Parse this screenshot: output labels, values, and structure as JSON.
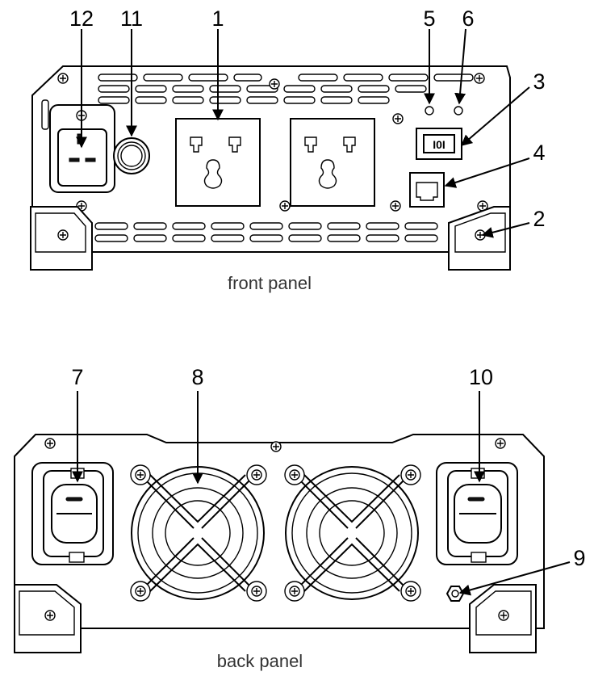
{
  "front_panel": {
    "caption": "front panel",
    "callouts": {
      "c1": "1",
      "c2": "2",
      "c3": "3",
      "c4": "4",
      "c5": "5",
      "c6": "6",
      "c11": "11",
      "c12": "12"
    },
    "switch_label": "I0I"
  },
  "back_panel": {
    "caption": "back panel",
    "callouts": {
      "c7": "7",
      "c8": "8",
      "c9": "9",
      "c10": "10"
    }
  },
  "icons": [
    "ac-power-inlet-icon",
    "fuse-holder-icon",
    "universal-outlet-icon",
    "power-switch-icon",
    "rj45-port-icon",
    "led-indicator-icon",
    "cooling-fan-icon",
    "dc-terminal-icon",
    "ground-terminal-icon",
    "screw-icon",
    "mounting-foot-icon"
  ]
}
